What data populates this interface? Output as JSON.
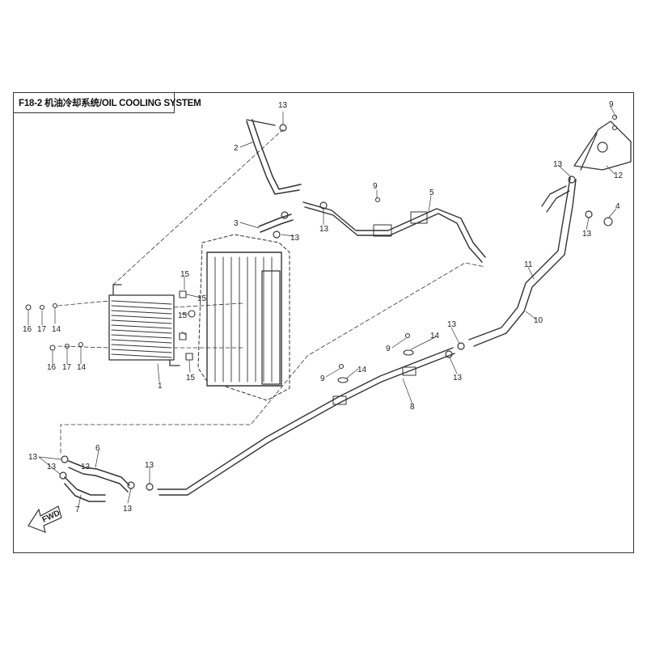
{
  "title": "F18-2 机油冷却系统/OIL COOLING SYSTEM",
  "direction_arrow": "FWD",
  "callouts": [
    {
      "id": "c1",
      "text": "1"
    },
    {
      "id": "c2",
      "text": "2"
    },
    {
      "id": "c3",
      "text": "3"
    },
    {
      "id": "c4",
      "text": "4"
    },
    {
      "id": "c5",
      "text": "5"
    },
    {
      "id": "c6",
      "text": "6"
    },
    {
      "id": "c7",
      "text": "7"
    },
    {
      "id": "c8",
      "text": "8"
    },
    {
      "id": "c9a",
      "text": "9"
    },
    {
      "id": "c9b",
      "text": "9"
    },
    {
      "id": "c9c",
      "text": "9"
    },
    {
      "id": "c9d",
      "text": "9"
    },
    {
      "id": "c10",
      "text": "10"
    },
    {
      "id": "c11",
      "text": "11"
    },
    {
      "id": "c12",
      "text": "12"
    },
    {
      "id": "c13a",
      "text": "13"
    },
    {
      "id": "c13b",
      "text": "13"
    },
    {
      "id": "c13c",
      "text": "13"
    },
    {
      "id": "c13d",
      "text": "13"
    },
    {
      "id": "c13e",
      "text": "13"
    },
    {
      "id": "c13f",
      "text": "13"
    },
    {
      "id": "c13g",
      "text": "13"
    },
    {
      "id": "c13h",
      "text": "13"
    },
    {
      "id": "c13i",
      "text": "13"
    },
    {
      "id": "c13j",
      "text": "13"
    },
    {
      "id": "c13k",
      "text": "13"
    },
    {
      "id": "c13l",
      "text": "13"
    },
    {
      "id": "c14a",
      "text": "14"
    },
    {
      "id": "c14b",
      "text": "14"
    },
    {
      "id": "c14c",
      "text": "14"
    },
    {
      "id": "c14d",
      "text": "14"
    },
    {
      "id": "c15a",
      "text": "15"
    },
    {
      "id": "c15b",
      "text": "15"
    },
    {
      "id": "c15c",
      "text": "15"
    },
    {
      "id": "c15d",
      "text": "15"
    },
    {
      "id": "c16a",
      "text": "16"
    },
    {
      "id": "c16b",
      "text": "16"
    },
    {
      "id": "c17a",
      "text": "17"
    },
    {
      "id": "c17b",
      "text": "17"
    }
  ]
}
